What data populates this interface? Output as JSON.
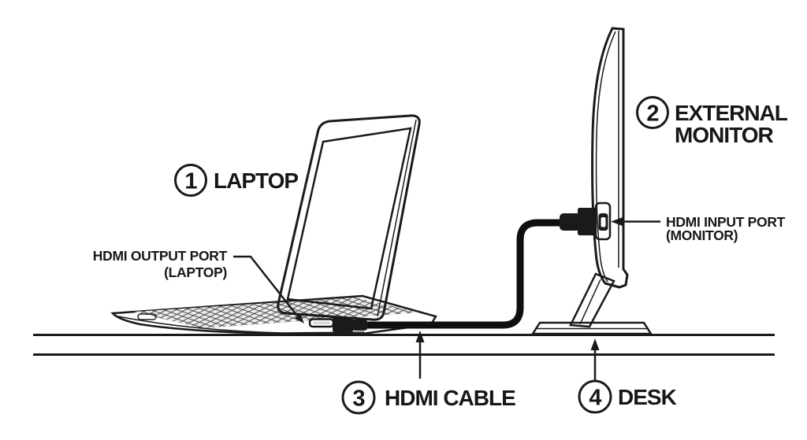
{
  "figure": {
    "colors": {
      "background": "#ffffff",
      "line": "#1a1a1a",
      "cable": "#0f0f0f",
      "surface": "#f4f4f4",
      "screen": "#fbfbfb",
      "panel": "#f5f5f5"
    },
    "callouts": {
      "laptop": {
        "number": "1",
        "label": "LAPTOP"
      },
      "external_monitor": {
        "number": "2",
        "label_line1": "EXTERNAL",
        "label_line2": "MONITOR"
      },
      "hdmi_cable": {
        "number": "3",
        "label": "HDMI CABLE"
      },
      "desk": {
        "number": "4",
        "label": "DESK"
      }
    },
    "port_labels": {
      "laptop_output": {
        "line1": "HDMI OUTPUT PORT",
        "line2": "(LAPTOP)"
      },
      "monitor_input": {
        "line1": "HDMI INPUT PORT",
        "line2": "(MONITOR)"
      }
    }
  }
}
